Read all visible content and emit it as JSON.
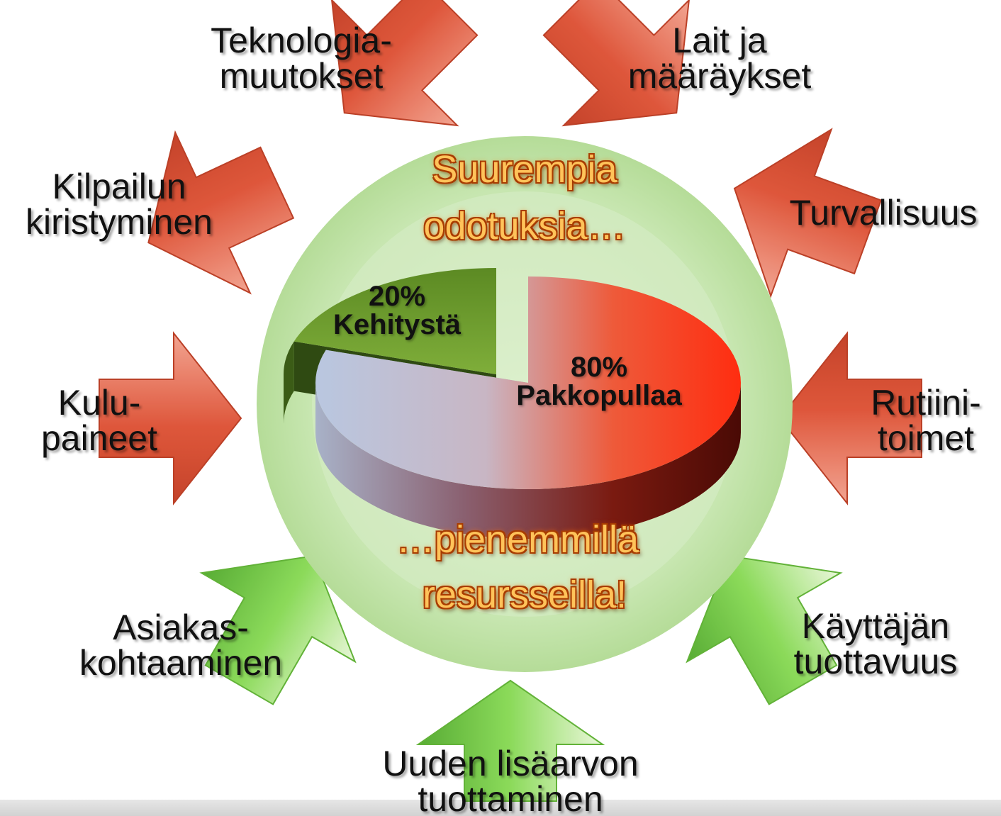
{
  "chart_data": {
    "type": "pie",
    "slices": [
      {
        "label": "Kehitystä",
        "value_label": "20%",
        "value": 20,
        "color": "#6e9a2c"
      },
      {
        "label": "Pakkopullaa",
        "value_label": "80%",
        "value": 80,
        "color": "#e83a1a"
      }
    ]
  },
  "center": {
    "top_line1": "Suurempia",
    "top_line2": "odotuksia…",
    "bottom_line1": "…pienemmillä",
    "bottom_line2": "resursseilla!"
  },
  "pressures": {
    "tech_1": "Teknologia-",
    "tech_2": "muutokset",
    "laws_1": "Lait ja",
    "laws_2": "määräykset",
    "comp_1": "Kilpailun",
    "comp_2": "kiristyminen",
    "security": "Turvallisuus",
    "cost_1": "Kulu-",
    "cost_2": "paineet",
    "routine_1": "Rutiini-",
    "routine_2": "toimet"
  },
  "opportunities": {
    "customer_1": "Asiakas-",
    "customer_2": "kohtaaminen",
    "user_1": "Käyttäjän",
    "user_2": "tuottavuus",
    "value_1": "Uuden lisäarvon",
    "value_2": "tuottaminen"
  },
  "colors": {
    "red_arrow": "#d9442a",
    "green_arrow": "#6cc63a",
    "circle": "#c9e6b4"
  }
}
